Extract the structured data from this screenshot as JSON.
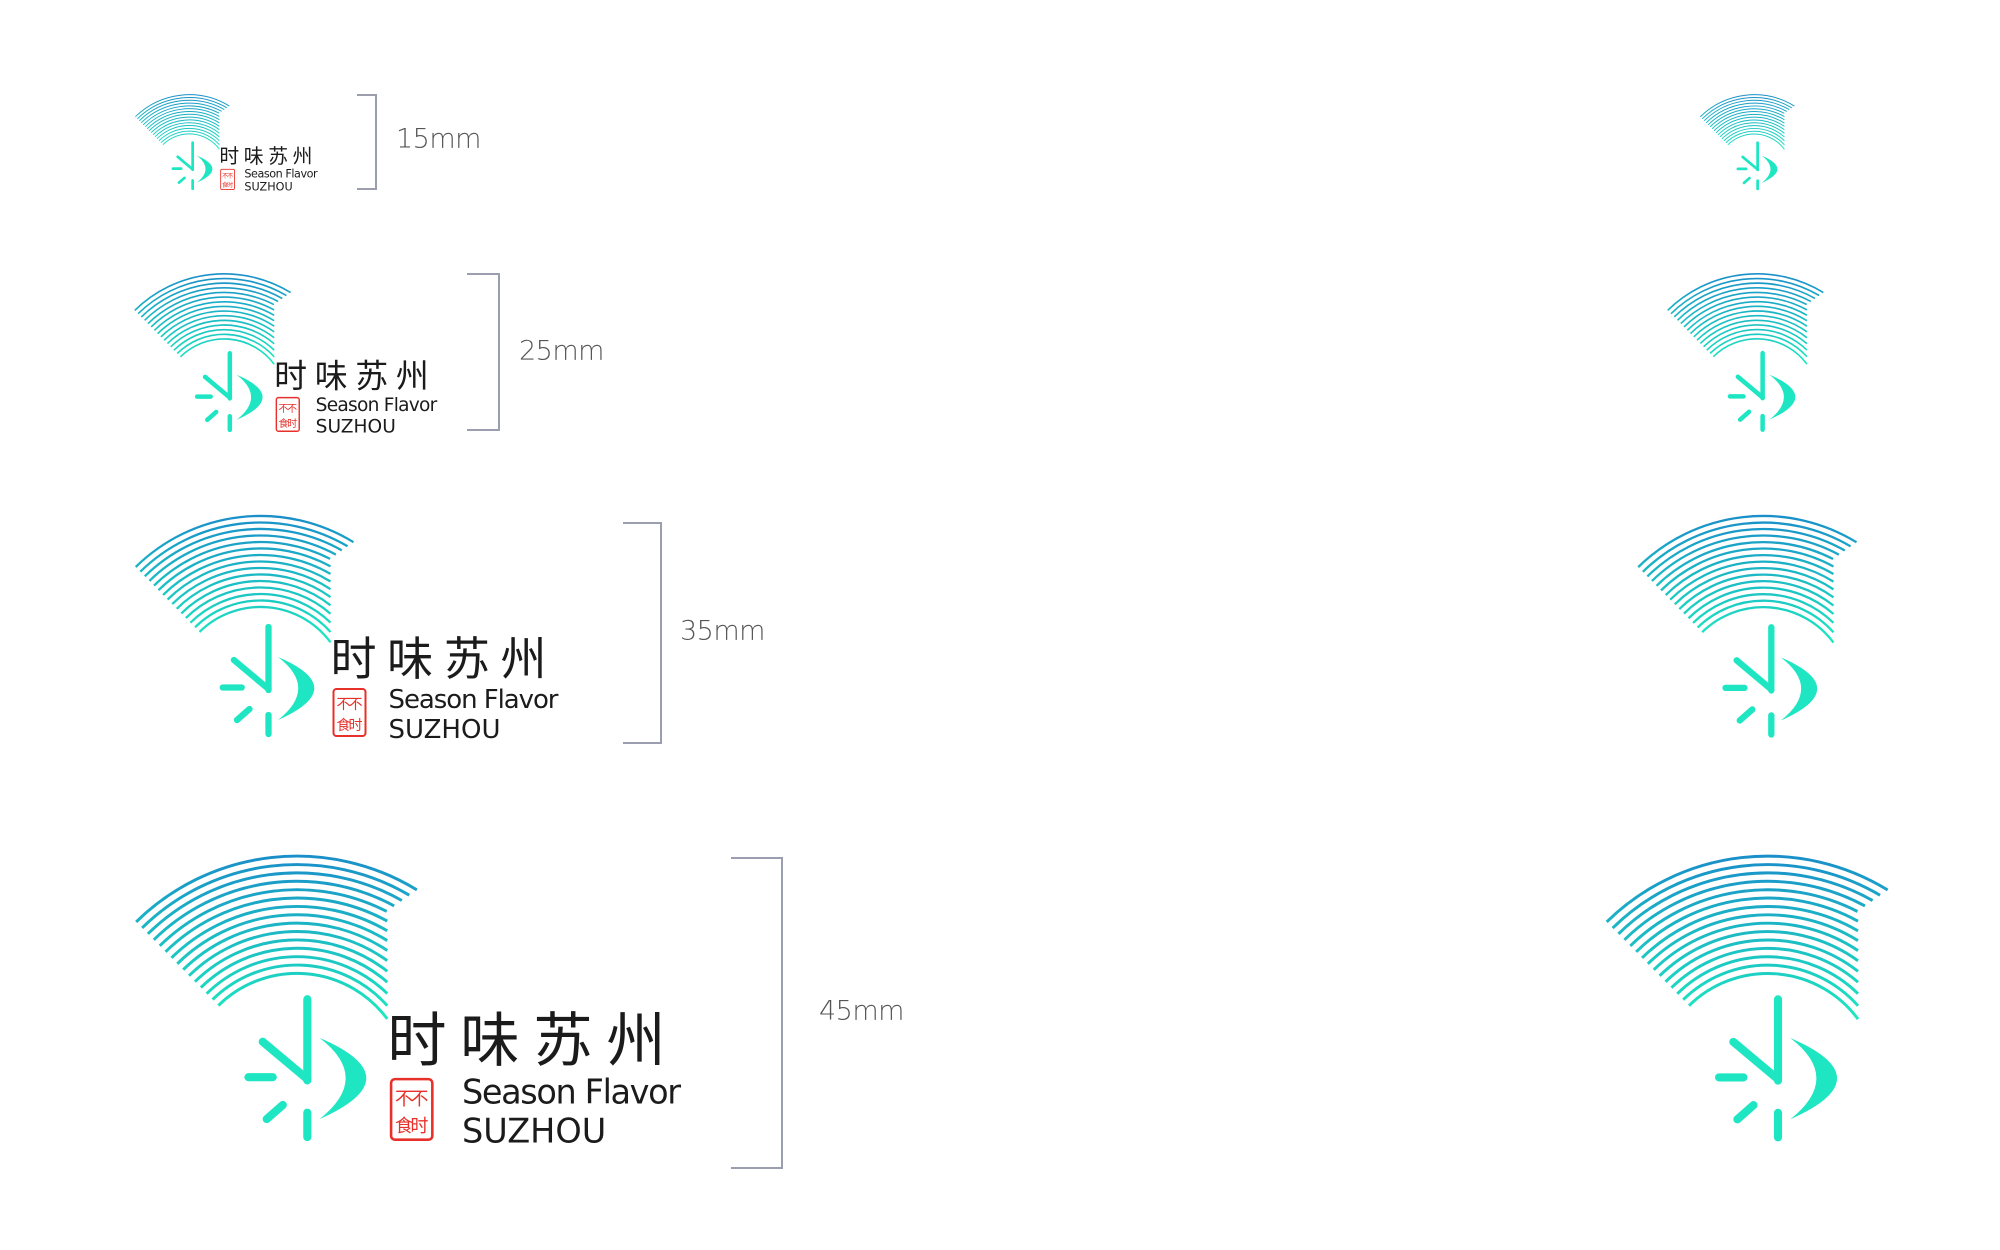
{
  "brand": {
    "name_cn": "时味苏州",
    "name_en_line1": "Season Flavor",
    "name_en_line2": "SUZHOU",
    "seal_text": "不时不食"
  },
  "colors": {
    "fan_top": "#1a8fc9",
    "fan_bottom": "#1de8c0",
    "mark": "#1ee6c3",
    "seal": "#e8302a",
    "text": "#1b1b1b",
    "bracket": "#9a9eae"
  },
  "sizes": [
    {
      "label": "15mm"
    },
    {
      "label": "25mm"
    },
    {
      "label": "35mm"
    },
    {
      "label": "45mm"
    }
  ]
}
